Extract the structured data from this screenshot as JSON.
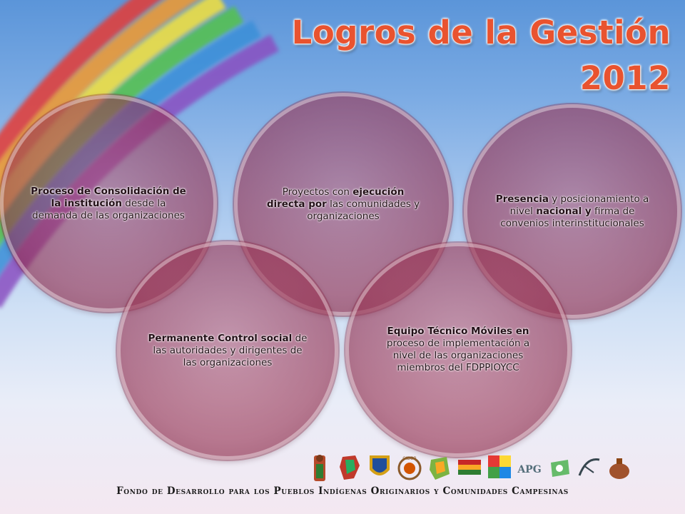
{
  "title": "Logros de la Gestión 2012",
  "circles": [
    {
      "id": "c1",
      "b1": "Proceso de Consolidación de la institución",
      "t1": " desde la demanda de las organizaciones"
    },
    {
      "id": "c2",
      "t0": "Proyectos con ",
      "b1": "ejecución directa por",
      "t1": " las comunidades y organizaciones"
    },
    {
      "id": "c3",
      "b1": "Presencia",
      "t1": " y posicionamiento a nivel ",
      "b2": "nacional y",
      "t2": " firma de convenios interinstitucionales"
    },
    {
      "id": "c4",
      "b1": "Permanente Control social",
      "t1": " de las autoridades y dirigentes de las organizaciones"
    },
    {
      "id": "c5",
      "b1": "Equipo Técnico Móviles en",
      "t1": " proceso de implementación a nivel de las organizaciones miembros del  FDPPIOYCC"
    }
  ],
  "logos": [
    "indigenous-figure-logo",
    "bolivia-map-logo",
    "shield-logo",
    "cidob-logo",
    "map-logo",
    "flag-logo",
    "wiphala-logo",
    "apg-logo",
    "green-map-logo",
    "bird-logo",
    "pottery-logo"
  ],
  "logo_text": {
    "cidob": "CIDOB",
    "apg": "APG"
  },
  "footer": "Fondo de Desarrollo para los Pueblos Indígenas Originarios y Comunidades Campesinas"
}
